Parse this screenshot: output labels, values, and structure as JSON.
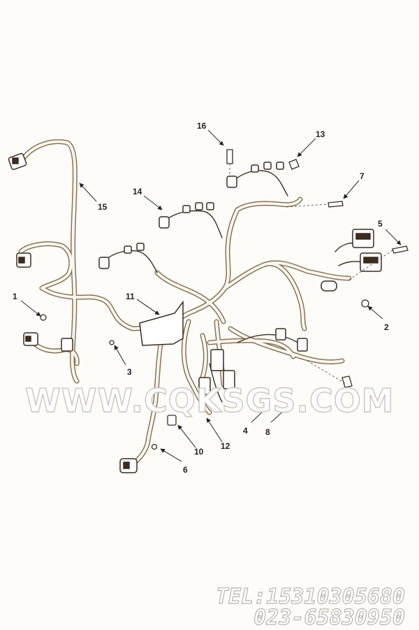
{
  "callouts": [
    "1",
    "2",
    "3",
    "4",
    "5",
    "6",
    "7",
    "8",
    "10",
    "11",
    "12",
    "13",
    "14",
    "15",
    "16"
  ],
  "watermark": "WWW.CQKSGS.COM",
  "contact": {
    "tel": "TEL:15310305680",
    "phone": "023-65830950"
  },
  "colors": {
    "harness": "#8a7257",
    "harness_fill": "#fbf7f0",
    "label": "#222222",
    "leader": "#333333"
  }
}
